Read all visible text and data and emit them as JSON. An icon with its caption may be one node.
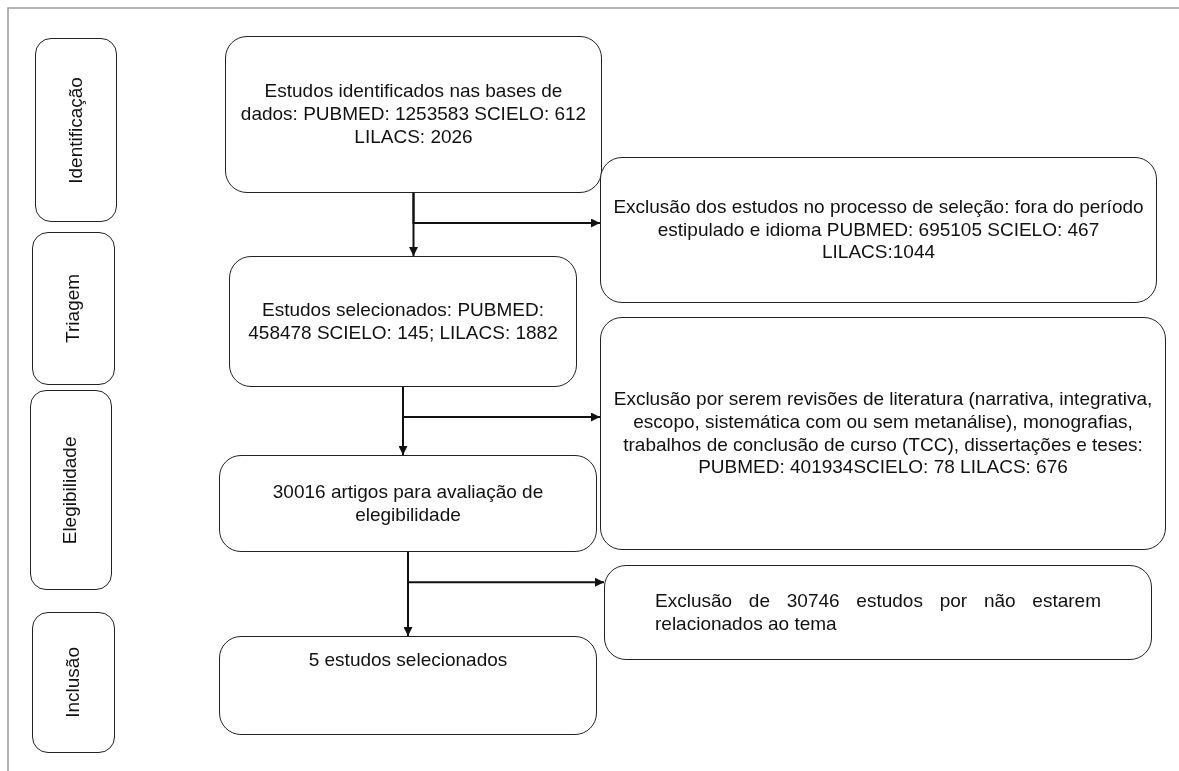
{
  "diagram": {
    "nodes": [
      {
        "text": [
          "Identificação"
        ]
      },
      {
        "text": [
          "Triagem"
        ]
      },
      {
        "text": [
          "Elegibilidade"
        ]
      },
      {
        "text": [
          "Inclusão"
        ]
      },
      {
        "text": [
          "Estudos identificados nas bases de dados: PUBMED: 1253583 SCIELO: 612 LILACS: 2026"
        ]
      },
      {
        "text": [
          "Exclusão dos estudos no processo de seleção: fora do período estipulado e idioma PUBMED: 695105 SCIELO: 467 LILACS:1044"
        ]
      },
      {
        "text": [
          "Estudos selecionados: PUBMED: 458478 SCIELO: 145; LILACS: 1882"
        ]
      },
      {
        "text": [
          "Exclusão por serem revisões de literatura (narrativa, integrativa, escopo, sistemática com ou sem metanálise), monografias, trabalhos de conclusão de curso (TCC), dissertações e teses: PUBMED: 401934SCIELO: 78 LILACS: 676"
        ]
      },
      {
        "text": [
          "30016 artigos para avaliação de elegibilidade"
        ]
      },
      {
        "text": [
          "Exclusão de 30746 estudos por não estarem relacionados ao tema"
        ]
      },
      {
        "text": [
          "5 estudos selecionados"
        ]
      }
    ],
    "edges": [
      {
        "from": 4,
        "to": 6,
        "arrow": "to"
      },
      {
        "from": 4,
        "to": 5,
        "arrow": "to"
      },
      {
        "from": 6,
        "to": 8,
        "arrow": "to"
      },
      {
        "from": 6,
        "to": 7,
        "arrow": "to"
      },
      {
        "from": 8,
        "to": 10,
        "arrow": "to"
      },
      {
        "from": 8,
        "to": 9,
        "arrow": "to"
      }
    ]
  }
}
